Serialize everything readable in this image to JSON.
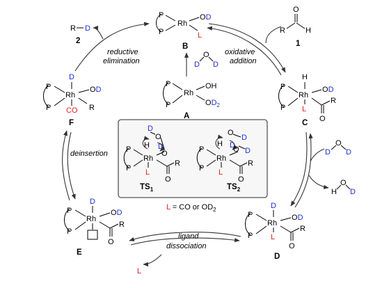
{
  "compounds": {
    "B": {
      "label": "B",
      "P1": "P",
      "P2": "P",
      "Rh": "Rh",
      "OD_O": "O",
      "OD_D": "D",
      "L": "L"
    },
    "A": {
      "label": "A",
      "P1": "P",
      "P2": "P",
      "Rh": "Rh",
      "OH": "OH",
      "OD2_O": "O",
      "OD2_D": "D",
      "OD2_sub": "2"
    },
    "C": {
      "label": "C",
      "P1": "P",
      "P2": "P",
      "Rh": "Rh",
      "H": "H",
      "OD_O": "O",
      "OD_D": "D",
      "L": "L",
      "R": "R",
      "O": "O"
    },
    "D": {
      "label": "D",
      "P1": "P",
      "P2": "P",
      "Rh": "Rh",
      "D": "D",
      "OD_O": "O",
      "OD_D": "D",
      "L": "L",
      "R": "R",
      "O": "O"
    },
    "E": {
      "label": "E",
      "P1": "P",
      "P2": "P",
      "Rh": "Rh",
      "D": "D",
      "OD_O": "O",
      "OD_D": "D",
      "R": "R",
      "O": "O"
    },
    "F": {
      "label": "F",
      "P1": "P",
      "P2": "P",
      "Rh": "Rh",
      "D": "D",
      "OD_O": "O",
      "OD_D": "D",
      "CO": "CO",
      "R": "R"
    },
    "c1": {
      "label": "1",
      "R": "R",
      "H": "H",
      "O": "O"
    },
    "c2": {
      "label": "2",
      "R": "R",
      "D": "D"
    }
  },
  "steps": {
    "reductive_1": "reductive",
    "reductive_2": "elimination",
    "oxidative_1": "oxidative",
    "oxidative_2": "addition",
    "deinsertion": "deinsertion",
    "ligand_1": "ligand",
    "ligand_2": "dissociation"
  },
  "reagents": {
    "d2o_top": {
      "D1": "D",
      "O": "O",
      "D2": "D"
    },
    "d2o_right": {
      "D1": "D",
      "O": "O",
      "D2": "D"
    },
    "hod_right": {
      "H": "H",
      "O": "O",
      "D": "D"
    },
    "L_out": "L"
  },
  "ts": {
    "TS1": {
      "main": "TS",
      "sub": "1",
      "D_top": "D",
      "O1": "O",
      "H": "H",
      "D_mid": "D",
      "O2": "O",
      "P1": "P",
      "P2": "P",
      "Rh": "Rh",
      "L": "L",
      "R": "R",
      "O": "O"
    },
    "TS2": {
      "main": "TS",
      "sub": "2",
      "O1": "O",
      "D1": "D",
      "H": "H",
      "D_mid": "D",
      "O2": "O",
      "D2": "D",
      "P1": "P",
      "P2": "P",
      "Rh": "Rh",
      "L": "L",
      "R": "R",
      "O": "O"
    }
  },
  "legend": {
    "L": "L",
    "text": " = CO or OD",
    "sub": "2"
  },
  "colors": {
    "blue": "#1f2fd6",
    "red": "#e0201f",
    "box_border": "#555555",
    "box_fill": "#f7f7f7"
  }
}
